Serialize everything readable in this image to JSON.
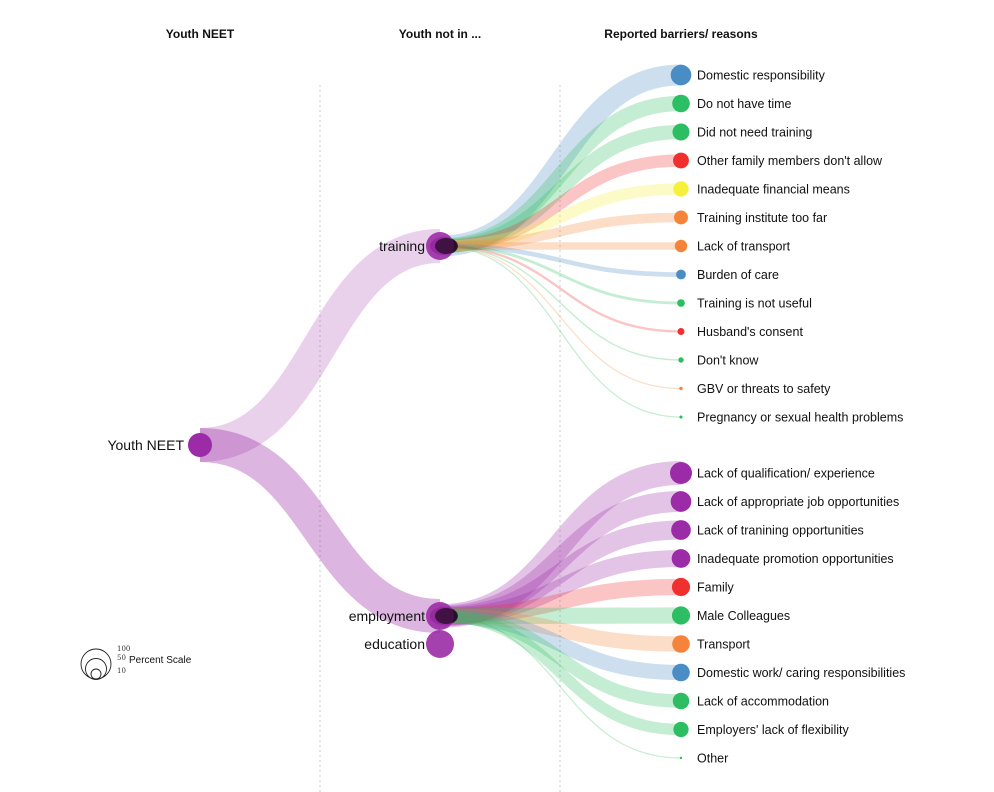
{
  "headers": {
    "col1": "Youth NEET",
    "col2": "Youth not in ...",
    "col3": "Reported barriers/ reasons"
  },
  "colors": {
    "purple": "#9b2ba6",
    "blue": "#4a8cc4",
    "green": "#2dbd62",
    "red": "#f0302e",
    "yellow": "#f5f03a",
    "orange": "#f5843a"
  },
  "root": {
    "label": "Youth NEET",
    "color": "purple"
  },
  "branches": [
    {
      "id": "training",
      "label": "training",
      "color": "purple",
      "value": 35
    },
    {
      "id": "employment",
      "label": "employment",
      "color": "purple",
      "value": 45
    },
    {
      "id": "education",
      "label": "education",
      "color": "purple",
      "value": 40
    }
  ],
  "reasons": {
    "training": [
      {
        "label": "Domestic responsibility",
        "color": "blue",
        "value": 22
      },
      {
        "label": "Do not have time",
        "color": "green",
        "value": 16
      },
      {
        "label": "Did not need training",
        "color": "green",
        "value": 15
      },
      {
        "label": "Other family members don't allow",
        "color": "red",
        "value": 13
      },
      {
        "label": "Inadequate financial means",
        "color": "yellow",
        "value": 12
      },
      {
        "label": "Training institute too far",
        "color": "orange",
        "value": 10
      },
      {
        "label": "Lack of transport",
        "color": "orange",
        "value": 8
      },
      {
        "label": "Burden of care",
        "color": "blue",
        "value": 5
      },
      {
        "label": "Training is not useful",
        "color": "green",
        "value": 3
      },
      {
        "label": "Husband's consent",
        "color": "red",
        "value": 2.5
      },
      {
        "label": "Don't know",
        "color": "green",
        "value": 1.5
      },
      {
        "label": "GBV or threats to safety",
        "color": "orange",
        "value": 0.6
      },
      {
        "label": "Pregnancy or sexual health problems",
        "color": "green",
        "value": 0.5
      }
    ],
    "employment": [
      {
        "label": "Lack of qualification/ experience",
        "color": "purple",
        "value": 25
      },
      {
        "label": "Lack of appropriate job opportunities",
        "color": "purple",
        "value": 22
      },
      {
        "label": "Lack of tranining opportunities",
        "color": "purple",
        "value": 20
      },
      {
        "label": "Inadequate promotion opportunities",
        "color": "purple",
        "value": 18
      },
      {
        "label": "Family",
        "color": "red",
        "value": 17
      },
      {
        "label": "Male Colleagues",
        "color": "green",
        "value": 17
      },
      {
        "label": "Transport",
        "color": "orange",
        "value": 16
      },
      {
        "label": "Domestic work/ caring responsibilities",
        "color": "blue",
        "value": 16
      },
      {
        "label": "Lack of accommodation",
        "color": "green",
        "value": 14
      },
      {
        "label": "Employers' lack of flexibility",
        "color": "green",
        "value": 12
      },
      {
        "label": "Other",
        "color": "green",
        "value": 0.3
      }
    ]
  },
  "scale": {
    "title": "Percent Scale",
    "ticks": [
      "100",
      "50",
      "10"
    ]
  }
}
